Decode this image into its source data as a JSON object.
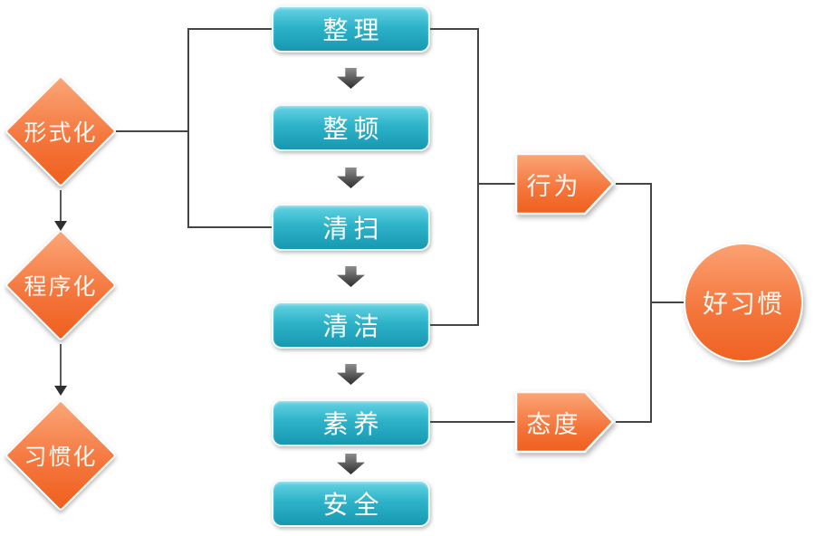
{
  "flowchart": {
    "stages": [
      {
        "label": "形式化"
      },
      {
        "label": "程序化"
      },
      {
        "label": "习惯化"
      }
    ],
    "steps": [
      {
        "label": "整理"
      },
      {
        "label": "整顿"
      },
      {
        "label": "清扫"
      },
      {
        "label": "清洁"
      },
      {
        "label": "素养"
      },
      {
        "label": "安全"
      }
    ],
    "outcomes": [
      {
        "label": "行为"
      },
      {
        "label": "态度"
      }
    ],
    "result": {
      "label": "好习惯"
    },
    "colors": {
      "step_teal_top": "#66d3e4",
      "step_teal_bottom": "#1798b1",
      "orange_top": "#fba677",
      "orange_bottom": "#ef5f1d",
      "connector_line": "#454545",
      "flow_arrow": "#2d2d2d",
      "shape_border": "#ffffff",
      "text": "#ffffff"
    }
  }
}
